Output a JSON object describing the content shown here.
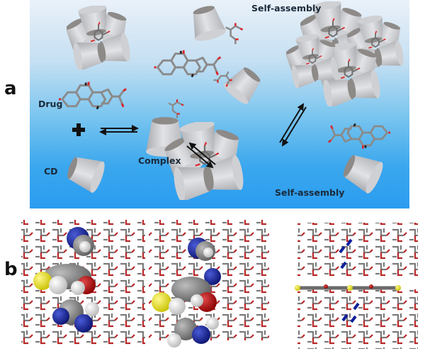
{
  "figure": {
    "panels": [
      {
        "letter": "a",
        "title": "Drug-CD complexation and self-assembly scheme"
      },
      {
        "letter": "b",
        "title": "Molecular models of inclusion complexes"
      }
    ]
  },
  "scheme": {
    "labels": {
      "drug": "Drug",
      "cd": "CD",
      "complex": "Complex",
      "self_assembly_top": "Self-assembly",
      "self_assembly_bottom": "Self-assembly"
    },
    "symbols": {
      "plus": "+"
    },
    "colors": {
      "background_top": "#eaf1f9",
      "background_bottom": "#2b9cf0",
      "cone": "#cfd0d4",
      "cone_rim": "#8d8a88",
      "bond": "#8a8a8a",
      "oxygen": "#d9262b",
      "arrow": "#111111"
    }
  },
  "models": {
    "count": 3,
    "colors": {
      "carbon": "#6b6b6b",
      "oxygen": "#b01010",
      "nitrogen": "#0e1f9a",
      "sulfur": "#e3dd10",
      "hydrogen": "#e8e8e8"
    }
  }
}
